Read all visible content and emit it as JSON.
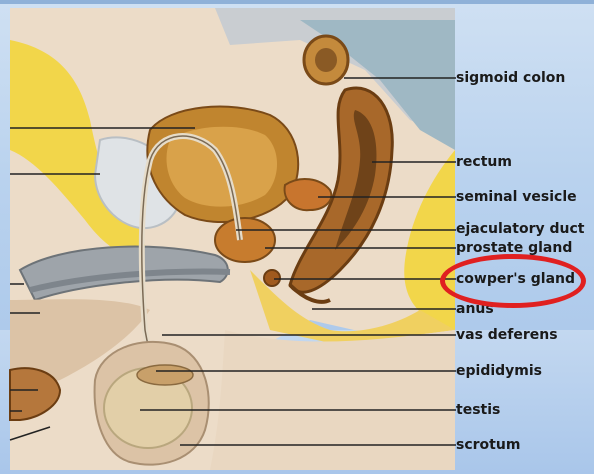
{
  "labels": {
    "sigmoid_colon": "sigmoid colon",
    "rectum": "rectum",
    "seminal_vesicle": "seminal vesicle",
    "ejaculatory_duct": "ejaculatory duct",
    "prostate_gland": "prostate gland",
    "cowpers_gland": "cowper's gland",
    "anus": "anus",
    "vas_deferens": "vas deferens",
    "epididymis": "epididymis",
    "testis": "testis",
    "scrotum": "scrotum"
  },
  "colors": {
    "background": "#b9d2ee",
    "skin_yellow": "#f2d64a",
    "tissue_pink": "#dcc3a6",
    "organ_brown": "#a8682a",
    "shadow_gray": "#8a8f96",
    "highlight": "#e02020"
  },
  "highlighted_label": "cowper's gland"
}
